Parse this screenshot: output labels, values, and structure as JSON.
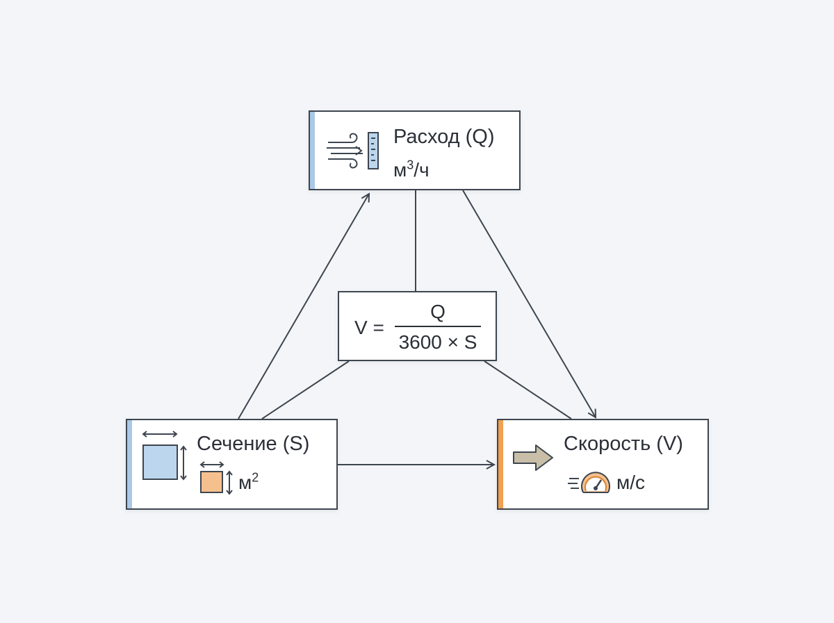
{
  "nodes": {
    "flow": {
      "title": "Расход (Q)",
      "unit_base": "м",
      "unit_sup": "3",
      "unit_rest": "/ч",
      "accent": "#a9c9e6"
    },
    "section": {
      "title": "Сечение (S)",
      "unit_base": "м",
      "unit_sup": "2",
      "accent": "#a9c9e6"
    },
    "velocity": {
      "title": "Скорость (V)",
      "unit": "м/с",
      "accent": "#f0a050"
    }
  },
  "formula": {
    "lhs": "V =",
    "numerator": "Q",
    "denominator": "3600 × S"
  },
  "icons": {
    "flow": "wind-meter-icon",
    "section": "cross-section-icon",
    "velocity_arrow": "arrow-right-icon",
    "velocity_gauge": "speedometer-icon"
  },
  "colors": {
    "line": "#3d454f",
    "blue_fill": "#bcd6ee",
    "orange_fill": "#f6c08e",
    "orange_stroke": "#d9822b"
  }
}
